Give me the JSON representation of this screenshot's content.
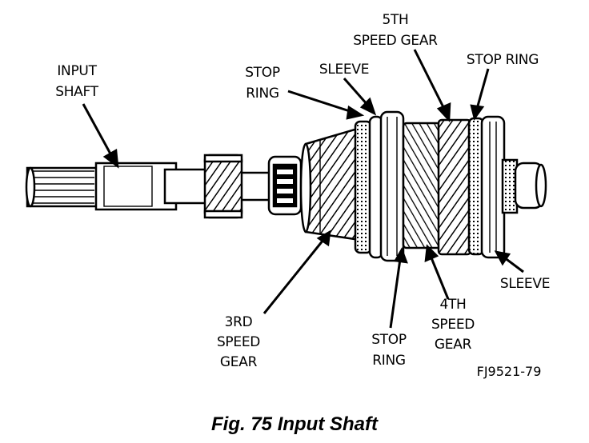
{
  "labels": {
    "input_shaft": [
      "INPUT",
      "SHAFT"
    ],
    "stop_ring_left": [
      "STOP",
      "RING"
    ],
    "sleeve_upper": "SLEEVE",
    "fifth_speed_gear": [
      "5TH",
      "SPEED GEAR"
    ],
    "stop_ring_right": "STOP RING",
    "sleeve_lower": "SLEEVE",
    "third_speed_gear": [
      "3RD",
      "SPEED",
      "GEAR"
    ],
    "stop_ring_bottom": [
      "STOP",
      "RING"
    ],
    "fourth_speed_gear": [
      "4TH",
      "SPEED",
      "GEAR"
    ]
  },
  "figure_code": "FJ9521-79",
  "caption": "Fig. 75 Input Shaft"
}
